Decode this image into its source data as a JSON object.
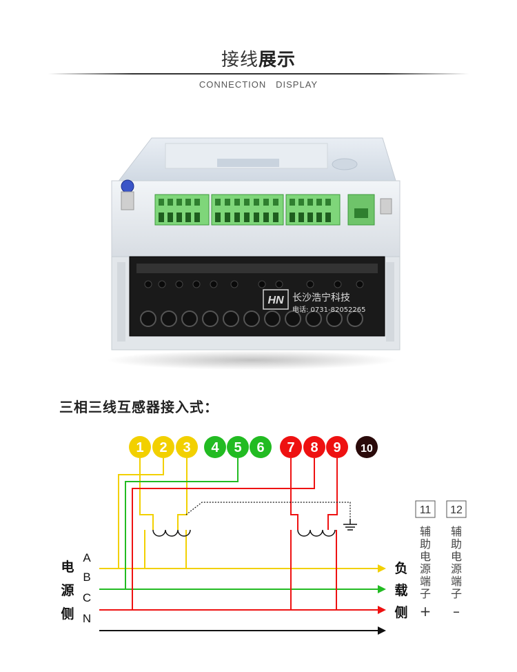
{
  "header": {
    "title_part1": "接线",
    "title_part2": "展示",
    "subtitle": "CONNECTION   DISPLAY"
  },
  "photo": {
    "watermark_logo": "HN",
    "watermark_company": "长沙浩宁科技",
    "watermark_phone": "电话: 0731-82052265"
  },
  "diagram": {
    "title": "三相三线互感器接入式：",
    "terminals": [
      {
        "label": "1",
        "color": "#f2d000"
      },
      {
        "label": "2",
        "color": "#f2d000"
      },
      {
        "label": "3",
        "color": "#f2d000"
      },
      {
        "label": "4",
        "color": "#22bb22"
      },
      {
        "label": "5",
        "color": "#22bb22"
      },
      {
        "label": "6",
        "color": "#22bb22"
      },
      {
        "label": "7",
        "color": "#ee1111"
      },
      {
        "label": "8",
        "color": "#ee1111"
      },
      {
        "label": "9",
        "color": "#ee1111"
      },
      {
        "label": "10",
        "color": "#2a0a0a"
      }
    ],
    "source_side": [
      "电",
      "源",
      "侧"
    ],
    "phases": [
      "A",
      "B",
      "C",
      "N"
    ],
    "load_side": [
      "负",
      "载",
      "侧"
    ],
    "aux_terminals": [
      {
        "number": "11",
        "label": [
          "辅",
          "助",
          "电",
          "源",
          "端",
          "子"
        ],
        "sign": "+"
      },
      {
        "number": "12",
        "label": [
          "辅",
          "助",
          "电",
          "源",
          "端",
          "子"
        ],
        "sign": "–"
      }
    ],
    "wire_colors": {
      "yellow": "#f2d000",
      "green": "#22bb22",
      "red": "#ee1111",
      "black": "#111111"
    }
  }
}
